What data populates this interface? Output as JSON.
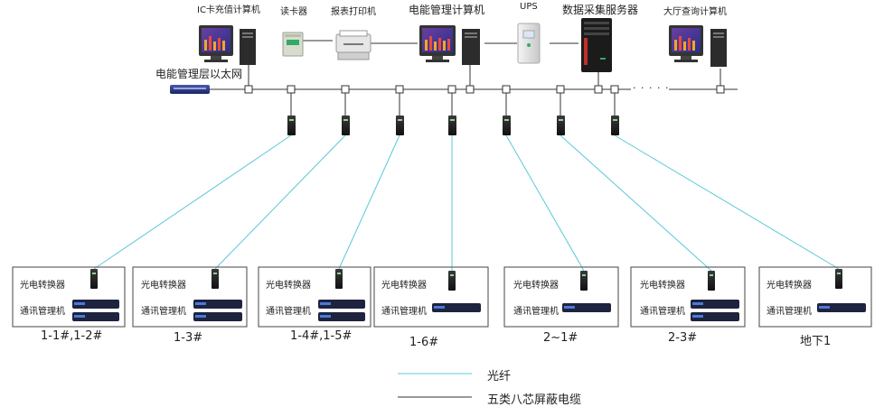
{
  "top_labels": {
    "ic_card_pc": "IC卡充值计算机",
    "card_reader": "读卡器",
    "report_printer": "报表打印机",
    "energy_pc": "电能管理计算机",
    "ups": "UPS",
    "data_server": "数据采集服务器",
    "hall_query_pc": "大厅查询计算机"
  },
  "network_label": "电能管理层以太网",
  "network_dots": "· · · · ·",
  "substation_box_texts": {
    "converter": "光电转换器",
    "comm_manager": "通讯管理机"
  },
  "substations": [
    "1-1#,1-2#",
    "1-3#",
    "1-4#,1-5#",
    "1-6#",
    "2~1#",
    "2-3#",
    "地下1"
  ],
  "legend": {
    "fiber": "光纤",
    "cable": "五类八芯屏蔽电缆"
  },
  "colors": {
    "fiber": "#5bc8d8",
    "cable": "#333333",
    "box_border": "#444444"
  }
}
